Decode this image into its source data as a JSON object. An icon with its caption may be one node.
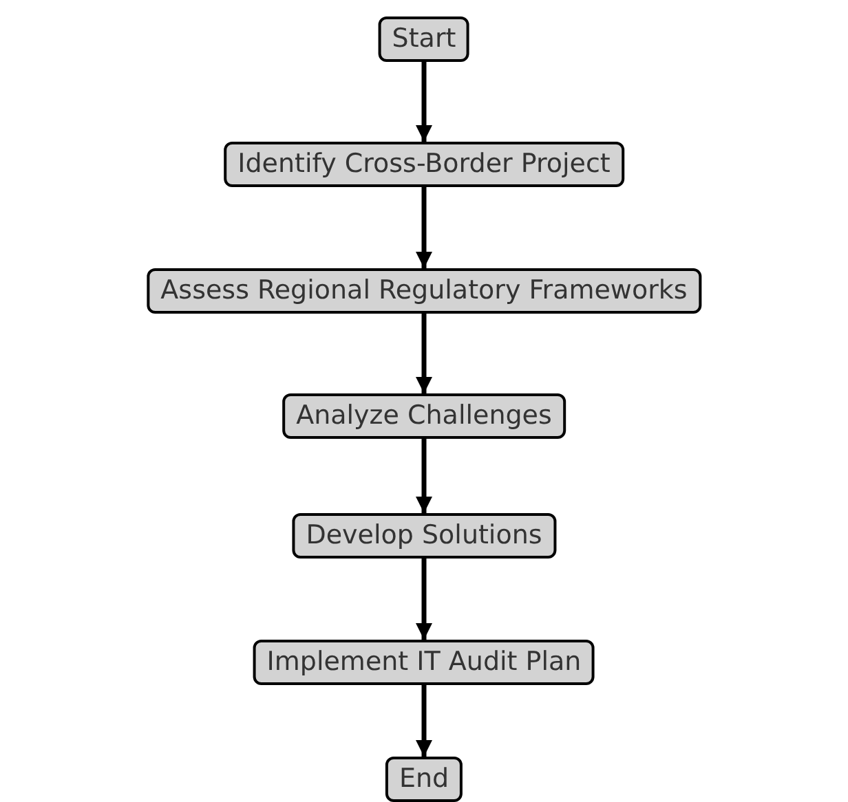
{
  "diagram": {
    "nodes": [
      {
        "text": [
          "Start"
        ]
      },
      {
        "text": [
          "Identify Cross-Border Project"
        ]
      },
      {
        "text": [
          "Assess Regional Regulatory Frameworks"
        ]
      },
      {
        "text": [
          "Analyze Challenges"
        ]
      },
      {
        "text": [
          "Develop Solutions"
        ]
      },
      {
        "text": [
          "Implement IT Audit Plan"
        ]
      },
      {
        "text": [
          "End"
        ]
      }
    ],
    "edges": [
      {
        "from": 0,
        "to": 1,
        "arrow": "to"
      },
      {
        "from": 1,
        "to": 2,
        "arrow": "to"
      },
      {
        "from": 2,
        "to": 3,
        "arrow": "to"
      },
      {
        "from": 3,
        "to": 4,
        "arrow": "to"
      },
      {
        "from": 4,
        "to": 5,
        "arrow": "to"
      },
      {
        "from": 5,
        "to": 6,
        "arrow": "to"
      }
    ]
  }
}
